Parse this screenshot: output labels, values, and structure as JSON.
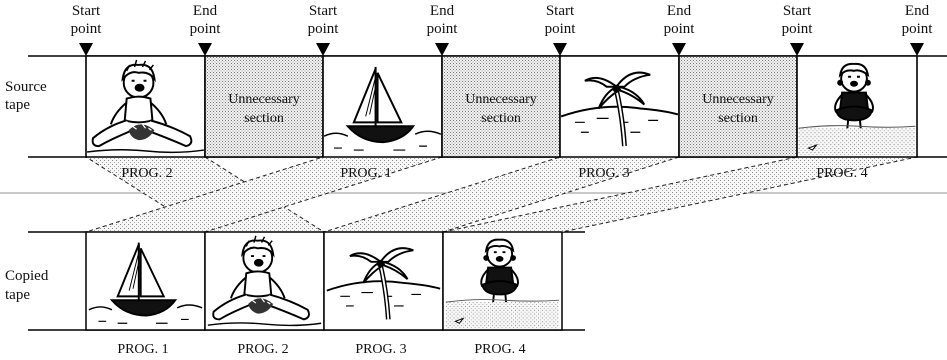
{
  "source_tape": {
    "label_line1": "Source",
    "label_line2": "tape",
    "markers": [
      {
        "line1": "Start",
        "line2": "point"
      },
      {
        "line1": "End",
        "line2": "point"
      },
      {
        "line1": "Start",
        "line2": "point"
      },
      {
        "line1": "End",
        "line2": "point"
      },
      {
        "line1": "Start",
        "line2": "point"
      },
      {
        "line1": "End",
        "line2": "point"
      },
      {
        "line1": "Start",
        "line2": "point"
      },
      {
        "line1": "End",
        "line2": "point"
      }
    ],
    "segments": [
      {
        "kind": "program",
        "icon": "boy-sitting-icon",
        "caption": "PROG. 2"
      },
      {
        "kind": "unnecessary",
        "line1": "Unnecessary",
        "line2": "section"
      },
      {
        "kind": "program",
        "icon": "sailboat-icon",
        "caption": "PROG. 1"
      },
      {
        "kind": "unnecessary",
        "line1": "Unnecessary",
        "line2": "section"
      },
      {
        "kind": "program",
        "icon": "palm-tree-icon",
        "caption": "PROG. 3"
      },
      {
        "kind": "unnecessary",
        "line1": "Unnecessary",
        "line2": "section"
      },
      {
        "kind": "program",
        "icon": "girl-standing-icon",
        "caption": "PROG. 4"
      }
    ]
  },
  "copied_tape": {
    "label_line1": "Copied",
    "label_line2": "tape",
    "segments": [
      {
        "icon": "sailboat-icon",
        "caption": "PROG. 1"
      },
      {
        "icon": "boy-sitting-icon",
        "caption": "PROG. 2"
      },
      {
        "icon": "palm-tree-icon",
        "caption": "PROG. 3"
      },
      {
        "icon": "girl-standing-icon",
        "caption": "PROG. 4"
      }
    ]
  }
}
